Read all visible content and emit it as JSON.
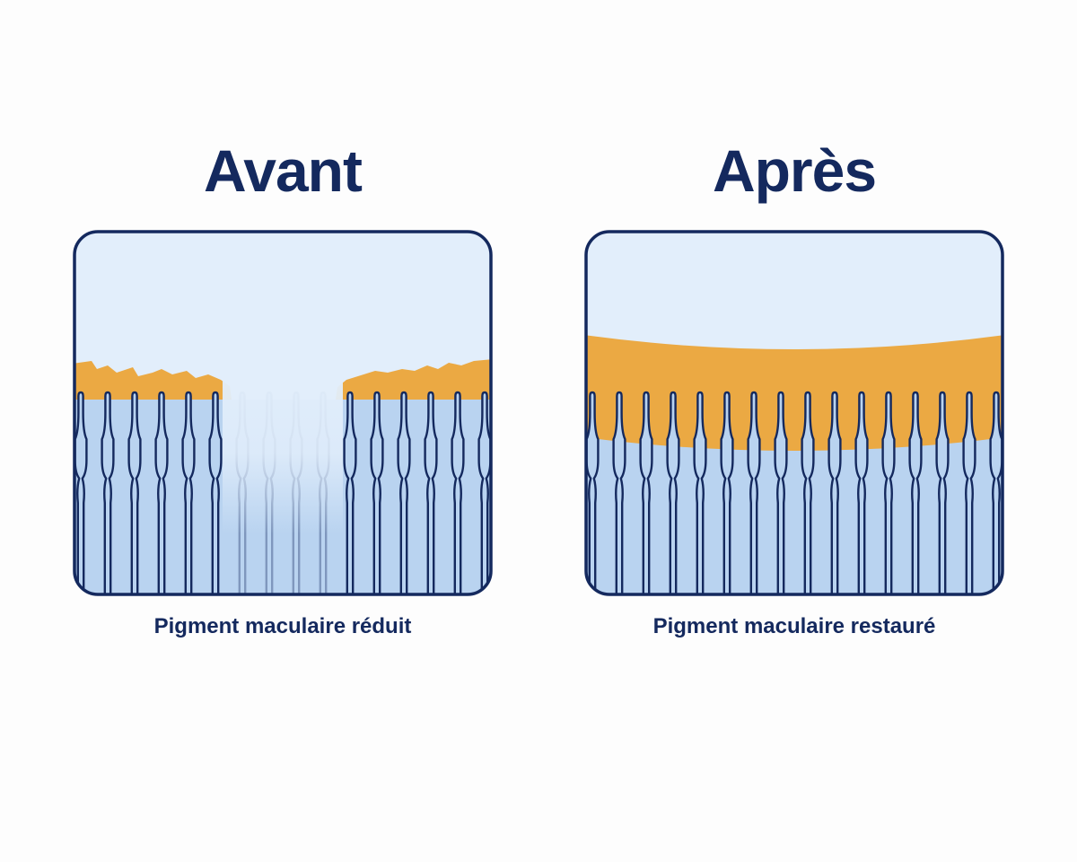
{
  "colors": {
    "navy": "#14295e",
    "sky": "#e2eefb",
    "cell_fill": "#b9d3f0",
    "pigment": "#eba943",
    "background": "#fdfdfd"
  },
  "panels": [
    {
      "id": "before",
      "title": "Avant",
      "caption": "Pigment maculaire réduit",
      "pigment_state": "reduced"
    },
    {
      "id": "after",
      "title": "Après",
      "caption": "Pigment maculaire restauré",
      "pigment_state": "restored"
    }
  ]
}
